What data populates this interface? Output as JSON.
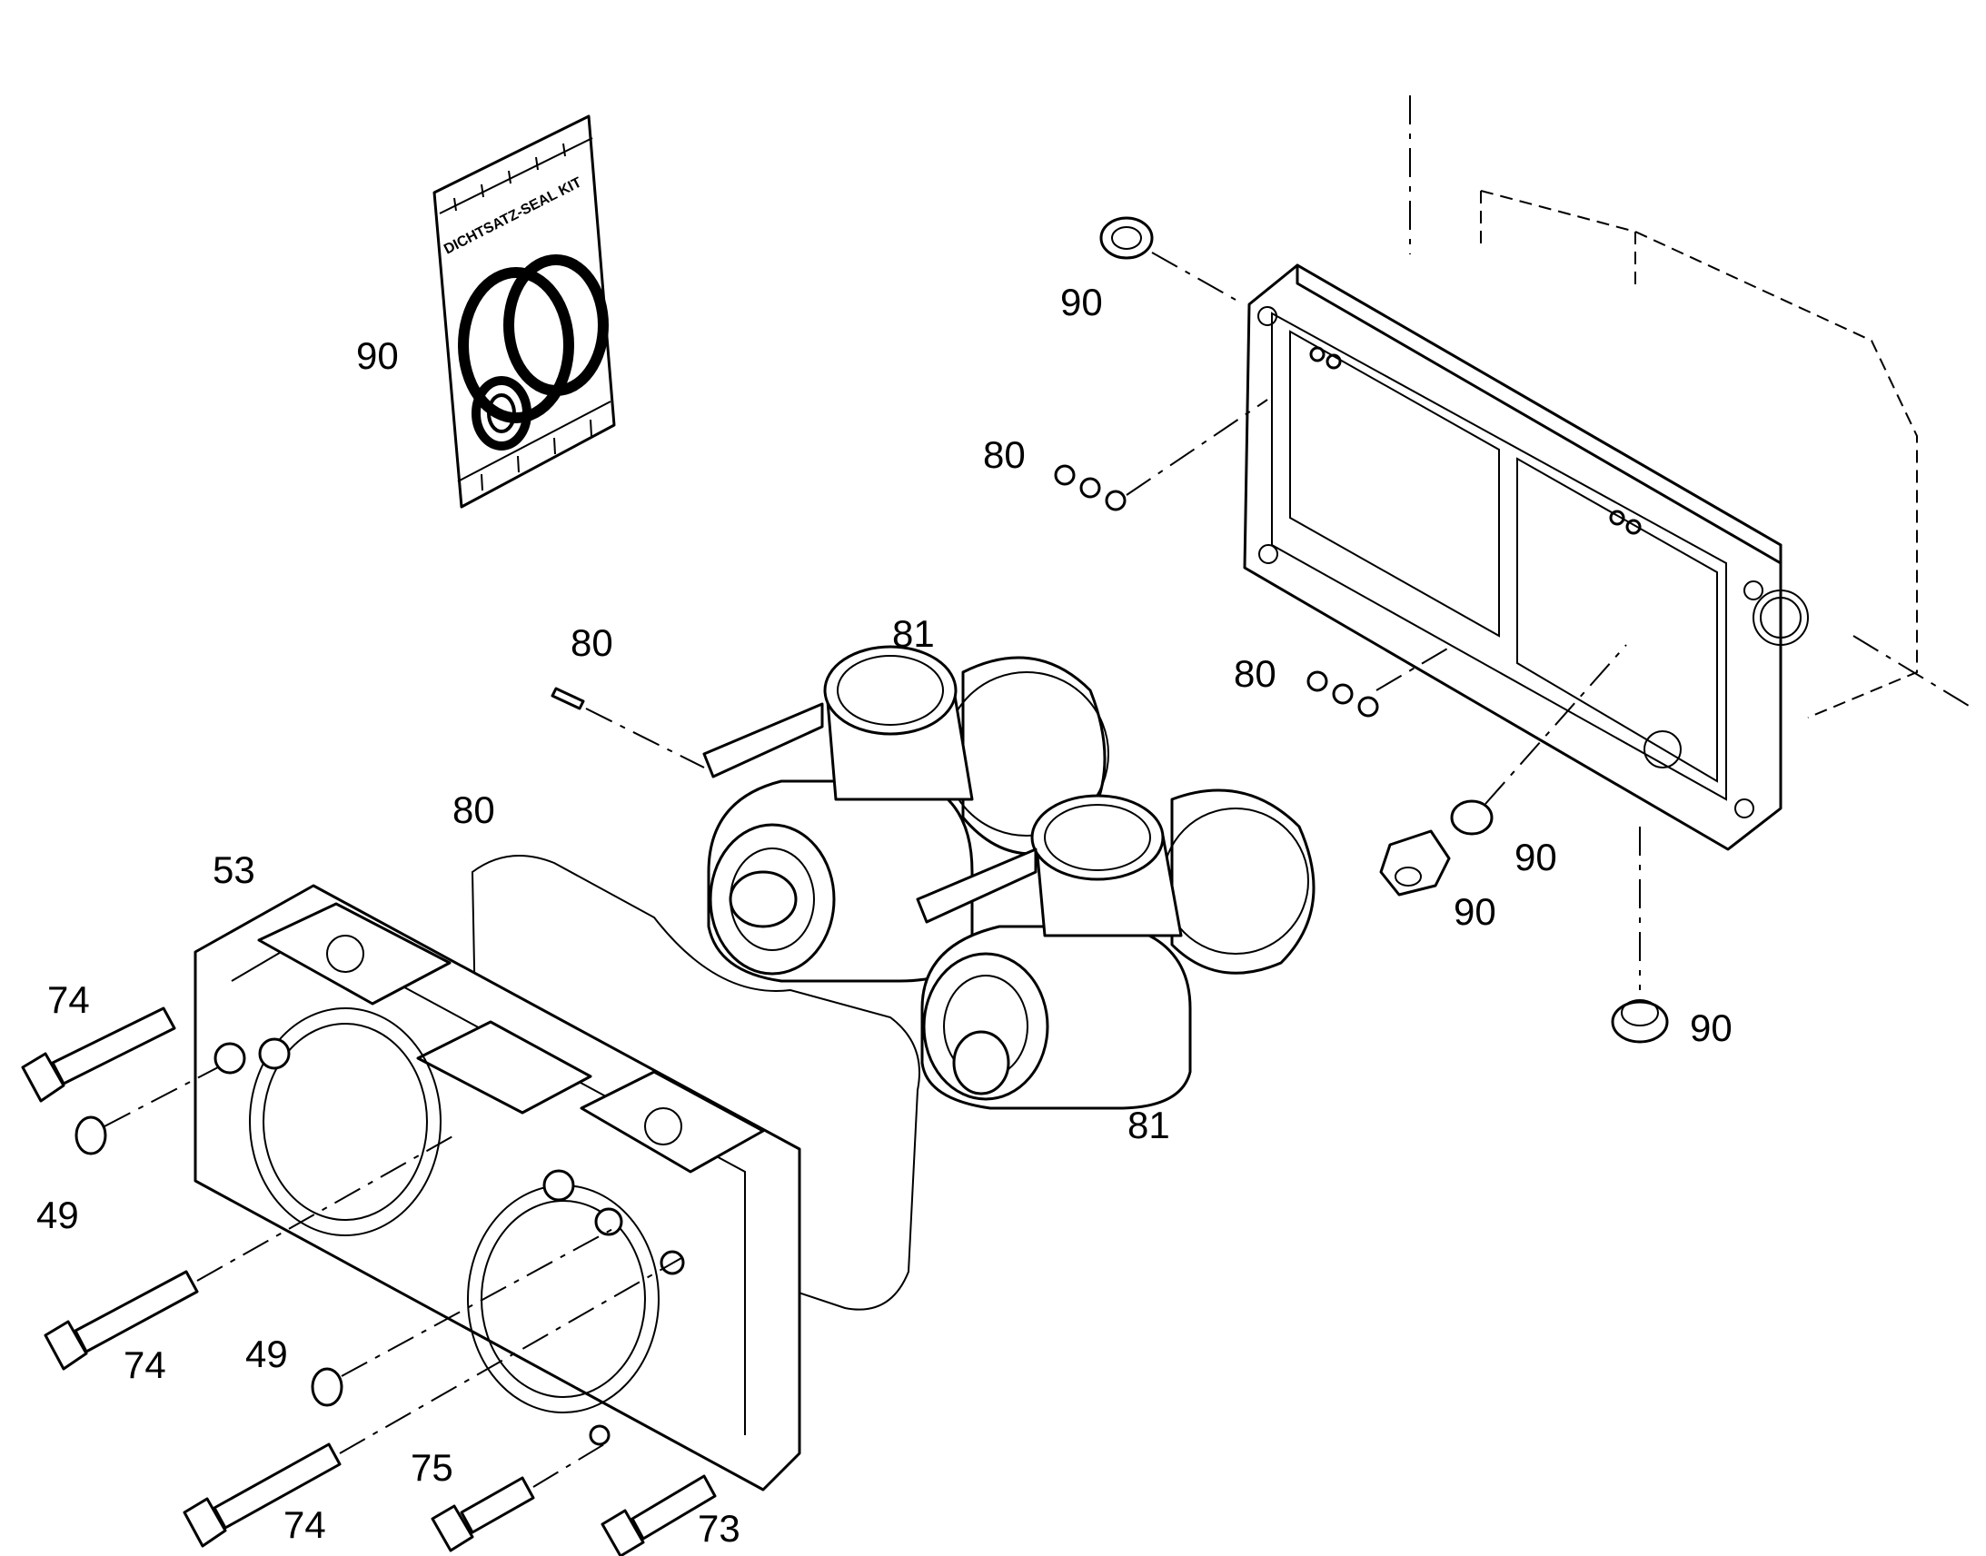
{
  "seal_kit_bag_text": "DICHTSATZ-SEAL KIT",
  "callouts": {
    "seal_kit": "90",
    "plug_top": "90",
    "washers_top": "80",
    "pin": "80",
    "pump_upper": "81",
    "washers_right": "80",
    "gasket": "80",
    "cover": "53",
    "oring_right": "90",
    "fitting_right": "90",
    "plug_bottom_right": "90",
    "pump_lower": "81",
    "bolt_top_left": "74",
    "plug_upper_left": "49",
    "bolt_mid_left": "74",
    "plug_mid": "49",
    "bolt_bottom_left": "74",
    "bolt_75": "75",
    "bolt_73": "73"
  }
}
